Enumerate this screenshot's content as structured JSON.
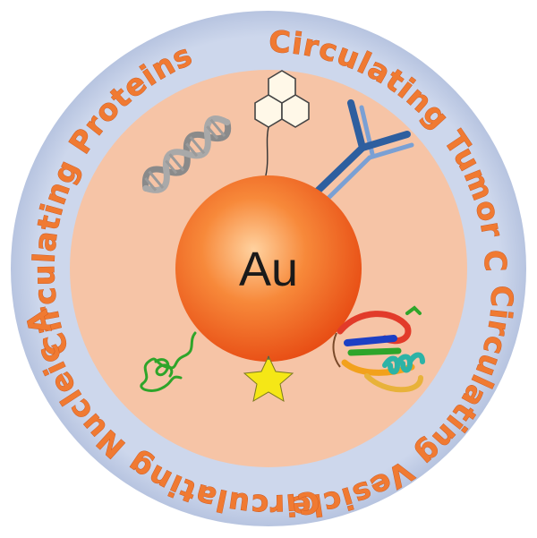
{
  "center": {
    "label": "Au"
  },
  "ring_labels": {
    "proteins": "Circulating Proteins",
    "tumor_cells": "Circulating Tumor Cells",
    "vesicles": "Circulating Vesicles",
    "nucleic_acids": "Circulating Nucleic Acids"
  },
  "colors": {
    "outer_ring": "#c9d4ea",
    "inner_disc": "#f6c4a6",
    "label_fill": "#f07a32",
    "gold_core": "#f26a25",
    "antibody": "#3f6fb3",
    "dna": "#8a8a8a",
    "polymer": "#2ea52a",
    "star": "#f5e716"
  },
  "icons": [
    "dna-icon",
    "small-molecule-icon",
    "antibody-icon",
    "polymer-chain-icon",
    "star-icon",
    "protein-icon"
  ]
}
